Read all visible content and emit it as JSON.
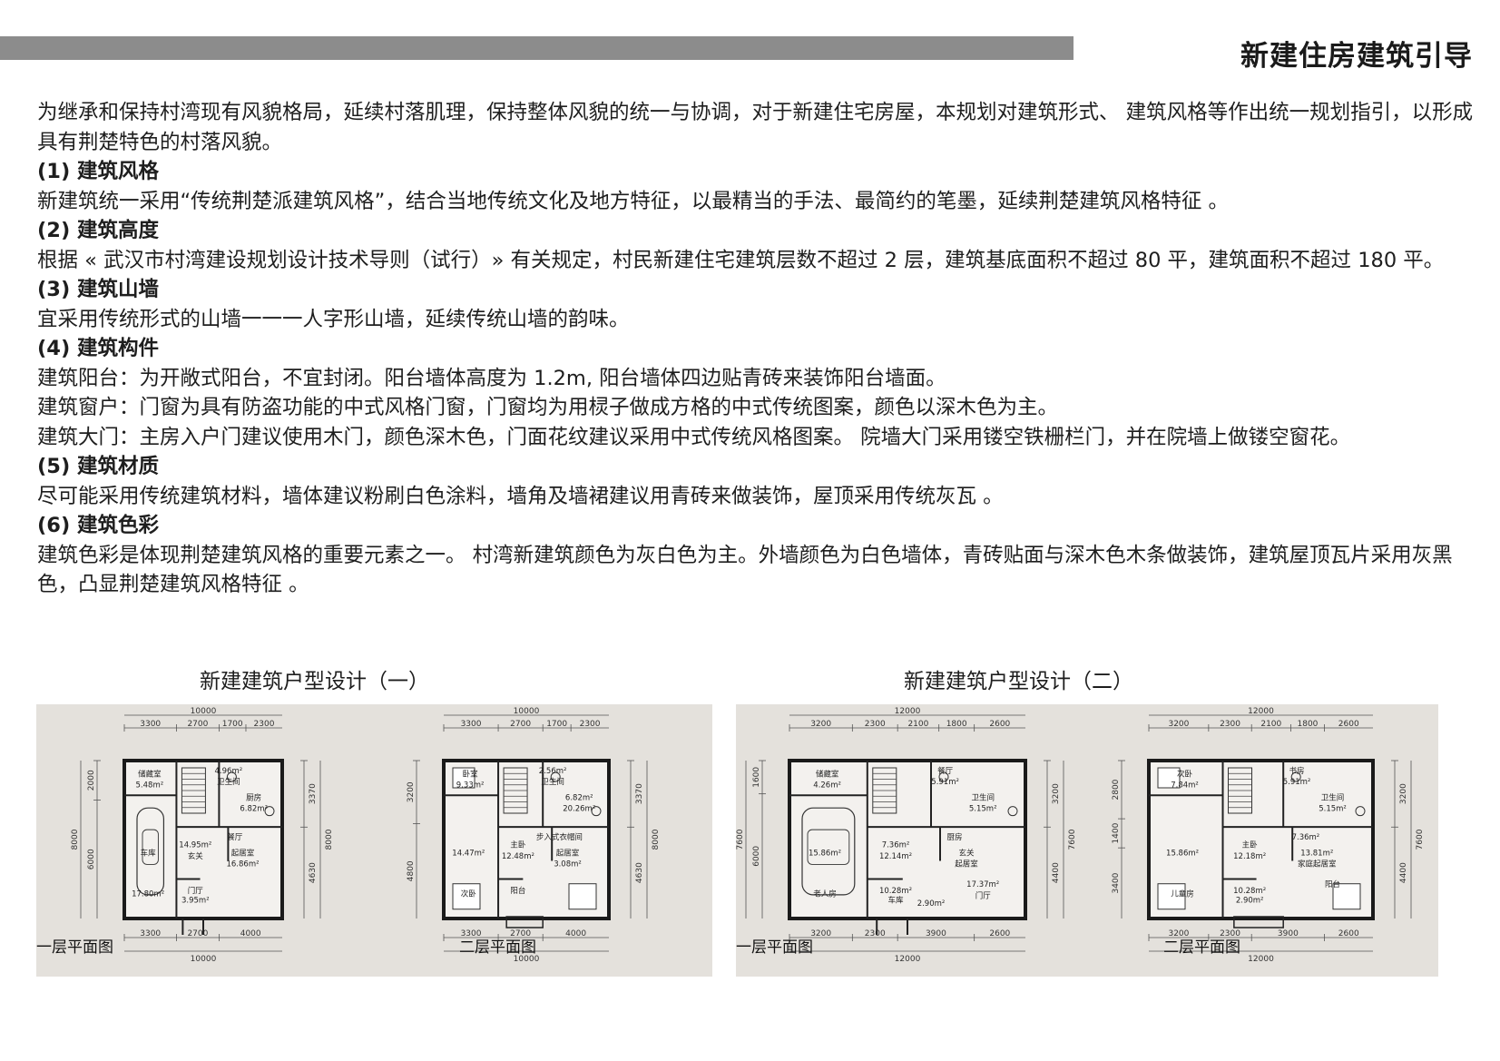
{
  "header": {
    "title": "新建住房建筑引导"
  },
  "intro": "为继承和保持村湾现有风貌格局，延续村落肌理，保持整体风貌的统一与协调，对于新建住宅房屋，本规划对建筑形式、 建筑风格等作出统一规划指引，以形成具有荆楚特色的村落风貌。",
  "sections": [
    {
      "heading": "(1) 建筑风格",
      "lines": [
        "新建筑统一采用“传统荆楚派建筑风格”，结合当地传统文化及地方特征，以最精当的手法、最简约的笔墨，延续荆楚建筑风格特征 。"
      ]
    },
    {
      "heading": "(2) 建筑高度",
      "lines": [
        "根据 « 武汉市村湾建设规划设计技术导则（试行）» 有关规定，村民新建住宅建筑层数不超过 2 层，建筑基底面积不超过 80 平，建筑面积不超过 180 平。"
      ]
    },
    {
      "heading": "(3) 建筑山墙",
      "lines": [
        "宜采用传统形式的山墙一一一人字形山墙，延续传统山墙的韵味。"
      ]
    },
    {
      "heading": "(4) 建筑构件",
      "lines": [
        "建筑阳台：为开敞式阳台，不宜封闭。阳台墙体高度为 1.2m, 阳台墙体四边贴青砖来装饰阳台墙面。",
        "建筑窗户：门窗为具有防盗功能的中式风格门窗，门窗均为用棂子做成方格的中式传统图案，颜色以深木色为主。",
        "建筑大门：主房入户门建议使用木门，颜色深木色，门面花纹建议采用中式传统风格图案。 院墙大门采用镂空铁栅栏门，并在院墙上做镂空窗花。"
      ]
    },
    {
      "heading": "(5) 建筑材质",
      "lines": [
        "尽可能采用传统建筑材料，墙体建议粉刷白色涂料，墙角及墙裙建议用青砖来做装饰，屋顶采用传统灰瓦 。"
      ]
    },
    {
      "heading": "(6) 建筑色彩",
      "lines": [
        "建筑色彩是体现荆楚建筑风格的重要元素之一。 村湾新建筑颜色为灰白色为主。外墙颜色为白色墙体，青砖贴面与深木色木条做装饰，建筑屋顶瓦片采用灰黑色，凸显荆楚建筑风格特征 。"
      ]
    }
  ],
  "plans": [
    {
      "title": "新建建筑户型设计（一）",
      "floor1_label": "一层平面图",
      "floor2_label": "二层平面图",
      "total": "10000",
      "top_dims": [
        "3300",
        "2700",
        "1700",
        "2300"
      ],
      "bottom_dims": [
        "3300",
        "2700",
        "4000"
      ],
      "left_dims": [
        "2000",
        "6000"
      ],
      "overall_height": "8000",
      "right_dims": [
        "3370",
        "4630"
      ],
      "f2_left_dims": [
        "3200",
        "4800"
      ],
      "f1_rooms": [
        "储藏室",
        "5.48m²",
        "4.96m²",
        "卫生间",
        "厨房",
        "6.82m²",
        "餐厅",
        "14.95m²",
        "玄关",
        "起居室",
        "16.86m²",
        "车库",
        "17.80m²",
        "门厅",
        "3.95m²"
      ],
      "f2_rooms": [
        "卧室",
        "9.33m²",
        "2.56m²",
        "卫生间",
        "6.82m²",
        "20.26m²",
        "步入式衣帽间",
        "主卧",
        "12.48m²",
        "起居室",
        "3.08m²",
        "14.47m²",
        "次卧",
        "阳台"
      ]
    },
    {
      "title": "新建建筑户型设计（二）",
      "floor1_label": "一层平面图",
      "floor2_label": "二层平面图",
      "total": "12000",
      "top_dims": [
        "3200",
        "2300",
        "2100",
        "1800",
        "2600"
      ],
      "bottom_dims": [
        "3200",
        "2300",
        "3900",
        "2600"
      ],
      "left_dims": [
        "1600",
        "6000"
      ],
      "overall_height": "7600",
      "right_dims": [
        "3200",
        "4400"
      ],
      "f2_left_dims": [
        "2800",
        "1400",
        "3400"
      ],
      "f1_rooms": [
        "储藏室",
        "4.26m²",
        "餐厅",
        "5.91m²",
        "卫生间",
        "5.15m²",
        "厨房",
        "7.36m²",
        "12.14m²",
        "玄关",
        "起居室",
        "15.86m²",
        "老人房",
        "10.28m²",
        "车库",
        "17.37m²",
        "门厅",
        "2.90m²"
      ],
      "f2_rooms": [
        "次卧",
        "7.84m²",
        "书房",
        "5.91m²",
        "卫生间",
        "5.15m²",
        "7.36m²",
        "主卧",
        "12.18m²",
        "13.81m²",
        "家庭起居室",
        "15.86m²",
        "儿童房",
        "10.28m²",
        "2.90m²",
        "阳台"
      ]
    }
  ]
}
